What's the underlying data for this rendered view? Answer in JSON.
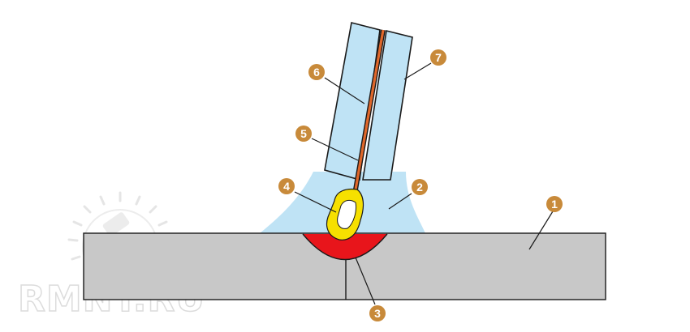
{
  "diagram": {
    "description_labels": [
      "1",
      "2",
      "3",
      "4",
      "5",
      "6",
      "7"
    ],
    "colors": {
      "base_metal": "#c8c8c8",
      "gas_shield": "#bfe3f5",
      "weld_pool": "#e8151b",
      "arc_yellow": "#f6e000",
      "arc_core": "#ffffff",
      "electrode": "#e0672a",
      "nozzle": "#bfe3f5",
      "callout": "#c88a3a",
      "outline": "#1a1a1a"
    },
    "callouts": [
      {
        "num": "1",
        "icon": "callout-circle"
      },
      {
        "num": "2",
        "icon": "callout-circle"
      },
      {
        "num": "3",
        "icon": "callout-circle"
      },
      {
        "num": "4",
        "icon": "callout-circle"
      },
      {
        "num": "5",
        "icon": "callout-circle"
      },
      {
        "num": "6",
        "icon": "callout-circle"
      },
      {
        "num": "7",
        "icon": "callout-circle"
      }
    ]
  },
  "watermark": {
    "text": "RMNT.RU",
    "icon": "paint-roller-sun-logo"
  }
}
